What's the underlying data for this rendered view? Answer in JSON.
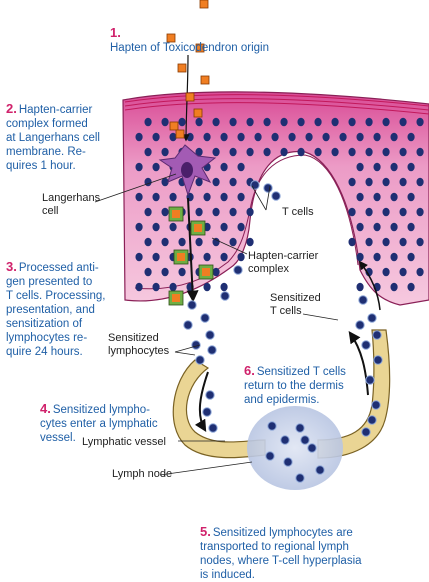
{
  "steps": [
    {
      "num": "1.",
      "text": "Hapten of Toxicodendron origin"
    },
    {
      "num": "2.",
      "text": "Hapten-carrier\ncomplex formed\nat Langerhans cell\nmembrane. Re-\nquires 1 hour."
    },
    {
      "num": "3.",
      "text": "Processed anti-\ngen presented to\nT cells. Processing,\npresentation, and\nsensitization of\nlymphocytes re-\nquire 24 hours."
    },
    {
      "num": "4.",
      "text": "Sensitized lympho-\ncytes enter a lymphatic\nvessel."
    },
    {
      "num": "5.",
      "text": "Sensitized lymphocytes are\ntransported to regional lymph\nnodes, where T-cell hyperplasia\nis induced."
    },
    {
      "num": "6.",
      "text": "Sensitized T cells\nreturn to the dermis\nand epidermis."
    }
  ],
  "labels": {
    "langerhans": "Langerhans\ncell",
    "t_cells": "T cells",
    "hapten_carrier": "Hapten-carrier\ncomplex",
    "sensitized_t_cells": "Sensitized\nT cells",
    "sensitized_lymphocytes": "Sensitized\nlymphocytes",
    "lymphatic_vessel": "Lymphatic vessel",
    "lymph_node": "Lymph node"
  },
  "colors": {
    "step_number": "#d0216b",
    "step_text": "#1f5fa6",
    "epidermis_fill": "#e9a0c8",
    "hapten": "#f07e22",
    "lymphocyte": "#1f2f73",
    "vessel": "#e8d38e",
    "lymph_node": "#c9d3ea"
  }
}
